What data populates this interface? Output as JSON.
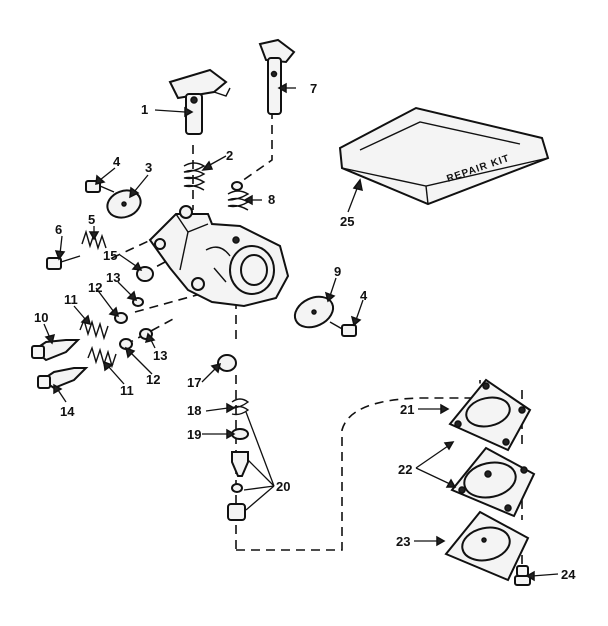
{
  "diagram": {
    "repair_kit_label": "REPAIR KIT",
    "callouts": [
      {
        "id": "c1",
        "text": "1"
      },
      {
        "id": "c2",
        "text": "2"
      },
      {
        "id": "c3",
        "text": "3"
      },
      {
        "id": "c4a",
        "text": "4"
      },
      {
        "id": "c4b",
        "text": "4"
      },
      {
        "id": "c5",
        "text": "5"
      },
      {
        "id": "c6",
        "text": "6"
      },
      {
        "id": "c7",
        "text": "7"
      },
      {
        "id": "c8",
        "text": "8"
      },
      {
        "id": "c9",
        "text": "9"
      },
      {
        "id": "c10",
        "text": "10"
      },
      {
        "id": "c11a",
        "text": "11"
      },
      {
        "id": "c11b",
        "text": "11"
      },
      {
        "id": "c12a",
        "text": "12"
      },
      {
        "id": "c12b",
        "text": "12"
      },
      {
        "id": "c13a",
        "text": "13"
      },
      {
        "id": "c13b",
        "text": "13"
      },
      {
        "id": "c14",
        "text": "14"
      },
      {
        "id": "c15",
        "text": "15"
      },
      {
        "id": "c17",
        "text": "17"
      },
      {
        "id": "c18",
        "text": "18"
      },
      {
        "id": "c19",
        "text": "19"
      },
      {
        "id": "c20",
        "text": "20"
      },
      {
        "id": "c21",
        "text": "21"
      },
      {
        "id": "c22",
        "text": "22"
      },
      {
        "id": "c23",
        "text": "23"
      },
      {
        "id": "c24",
        "text": "24"
      },
      {
        "id": "c25",
        "text": "25"
      }
    ]
  }
}
